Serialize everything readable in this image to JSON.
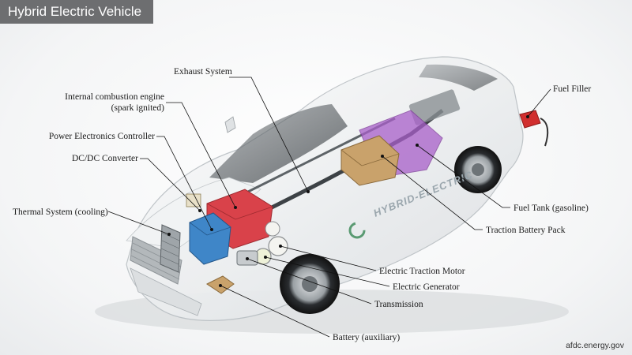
{
  "title": "Hybrid Electric Vehicle",
  "credit": "afdc.energy.gov",
  "car_lettering": "HYBRID-ELECTRIC",
  "labels": {
    "exhaust": "Exhaust System",
    "ice_line1": "Internal combustion engine",
    "ice_line2": "(spark ignited)",
    "pec": "Power Electronics Controller",
    "dcdc": "DC/DC Converter",
    "thermal": "Thermal System (cooling)",
    "fuel_filler": "Fuel Filler",
    "fuel_tank": "Fuel Tank (gasoline)",
    "traction_battery": "Traction Battery Pack",
    "traction_motor": "Electric Traction Motor",
    "generator": "Electric Generator",
    "transmission": "Transmission",
    "aux_battery": "Battery (auxiliary)"
  },
  "colors": {
    "title_bg": "#6d6e70",
    "engine": "#d9424a",
    "controller": "#3f86c8",
    "battery_pack": "#c9a26b",
    "fuel_tank": "#a85fc9",
    "fuel_nozzle": "#d12e2e",
    "lead_line": "#111111"
  }
}
